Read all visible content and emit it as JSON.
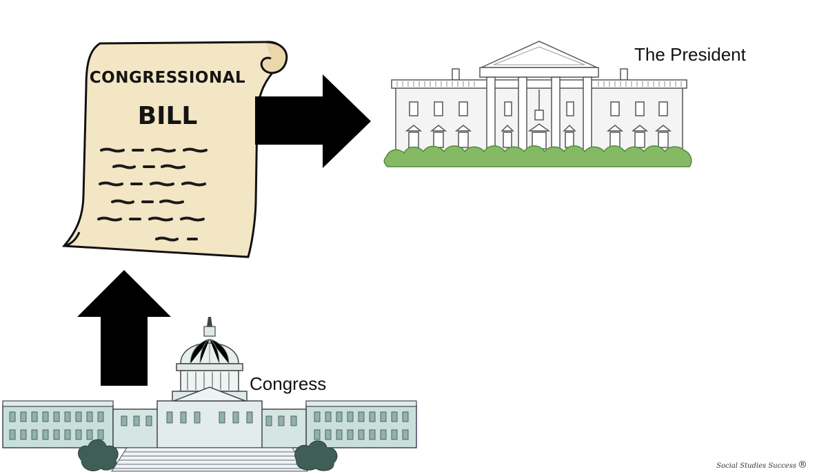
{
  "bill": {
    "title": "CONGRESSIONAL",
    "subtitle": "BILL"
  },
  "labels": {
    "president": "The President",
    "congress": "Congress"
  },
  "credit": {
    "text": "Social Studies Success",
    "mark": "®"
  },
  "colors": {
    "paper": "#f3e6c4",
    "outline": "#111111",
    "arrow": "#000000",
    "hedge": "#7cb15a",
    "capitol_tint": "#bcd8d2"
  },
  "icons": {
    "scroll": "congressional-bill-scroll-icon",
    "white_house": "white-house-icon",
    "capitol": "capitol-building-icon"
  }
}
